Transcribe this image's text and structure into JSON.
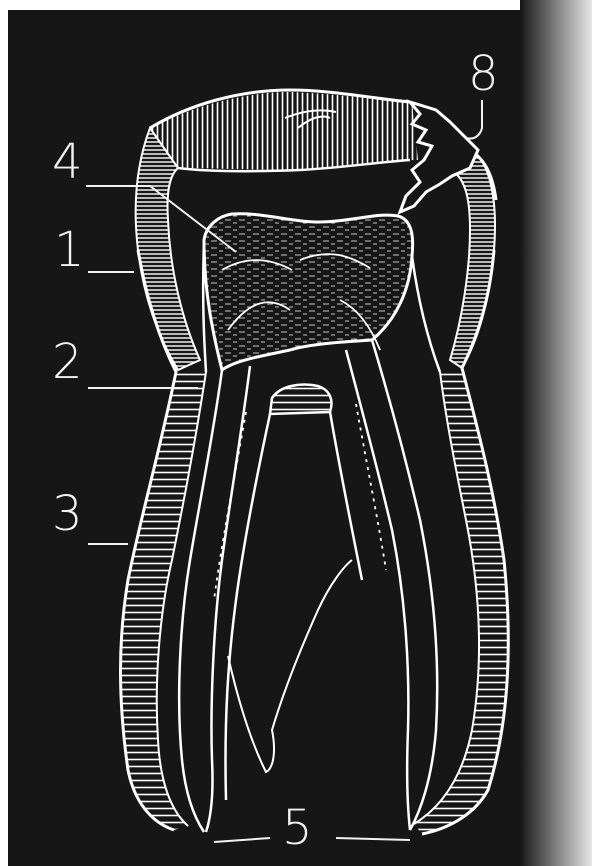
{
  "figure": {
    "background_color": "#161616",
    "line_color": "#ffffff",
    "scan_edge_color": "#d9d9d9",
    "labels": {
      "one": "1",
      "two": "2",
      "three": "3",
      "four": "4",
      "five": "5",
      "eight": "8"
    }
  }
}
